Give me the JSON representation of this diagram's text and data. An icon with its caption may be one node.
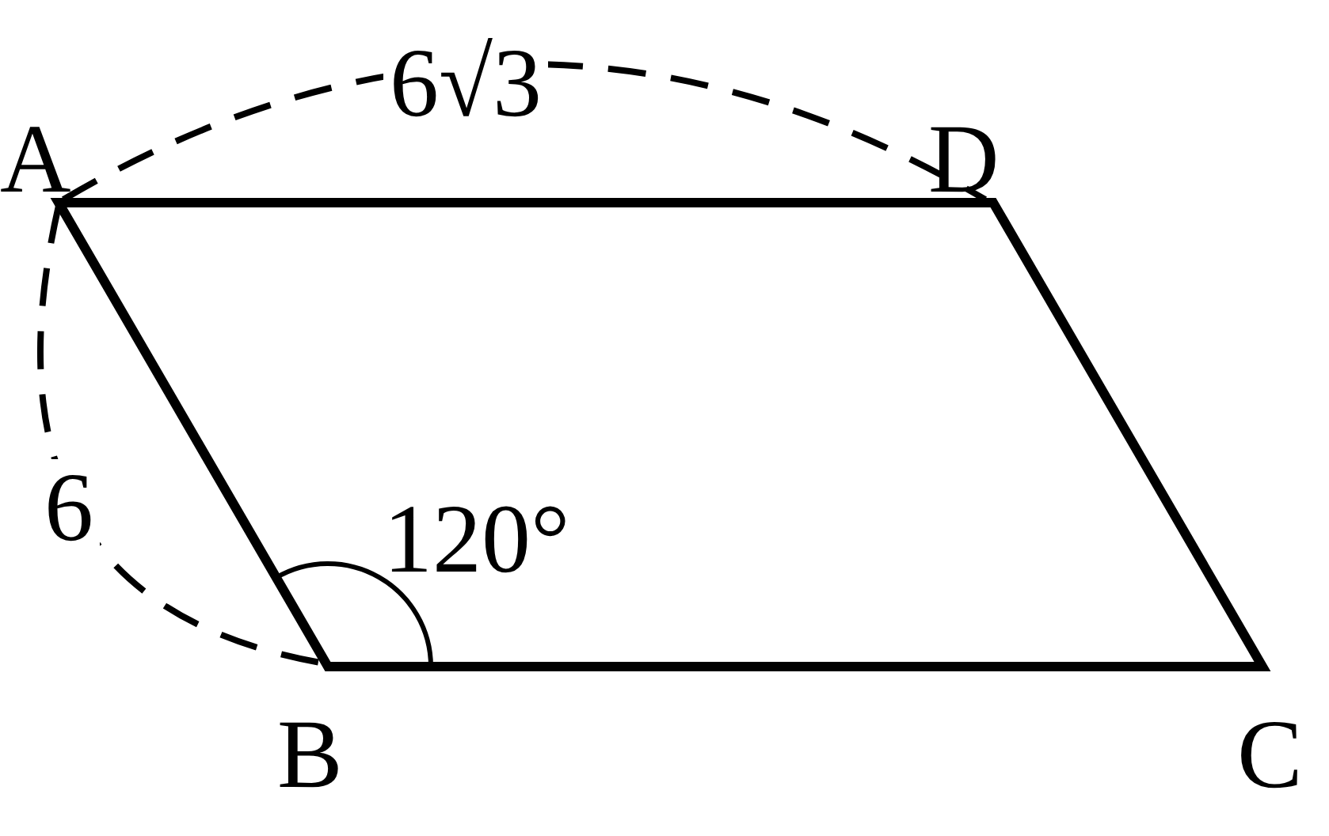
{
  "diagram": {
    "labels": [
      "A",
      "6√3",
      "D",
      "6",
      "120°",
      "B",
      "C"
    ]
  }
}
